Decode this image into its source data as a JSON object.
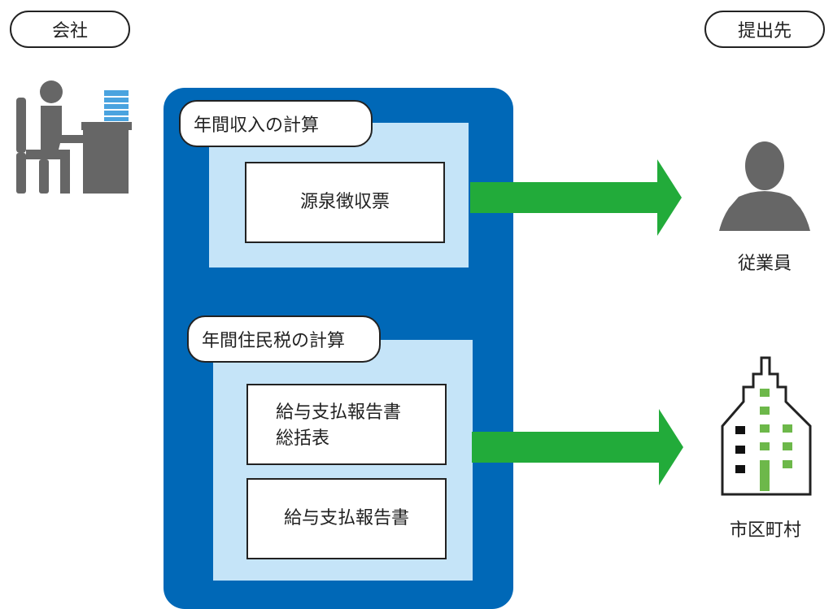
{
  "header": {
    "company_label": "会社",
    "recipient_label": "提出先"
  },
  "sections": [
    {
      "title": "年間収入の計算",
      "documents": [
        {
          "lines": [
            "源泉徴収票"
          ]
        }
      ]
    },
    {
      "title": "年間住民税の計算",
      "documents": [
        {
          "lines": [
            "給与支払報告書",
            "総括表"
          ]
        },
        {
          "lines": [
            "給与支払報告書"
          ]
        }
      ]
    }
  ],
  "recipients": {
    "employee_label": "従業員",
    "municipality_label": "市区町村"
  },
  "colors": {
    "panel": "#0068b7",
    "inner_panel": "#c5e4f8",
    "arrow": "#22ab3a",
    "icon_gray": "#666666",
    "building_window_green": "#6db84a"
  },
  "icons": [
    "office-worker-icon",
    "person-icon",
    "building-icon",
    "arrow-right-icon"
  ]
}
